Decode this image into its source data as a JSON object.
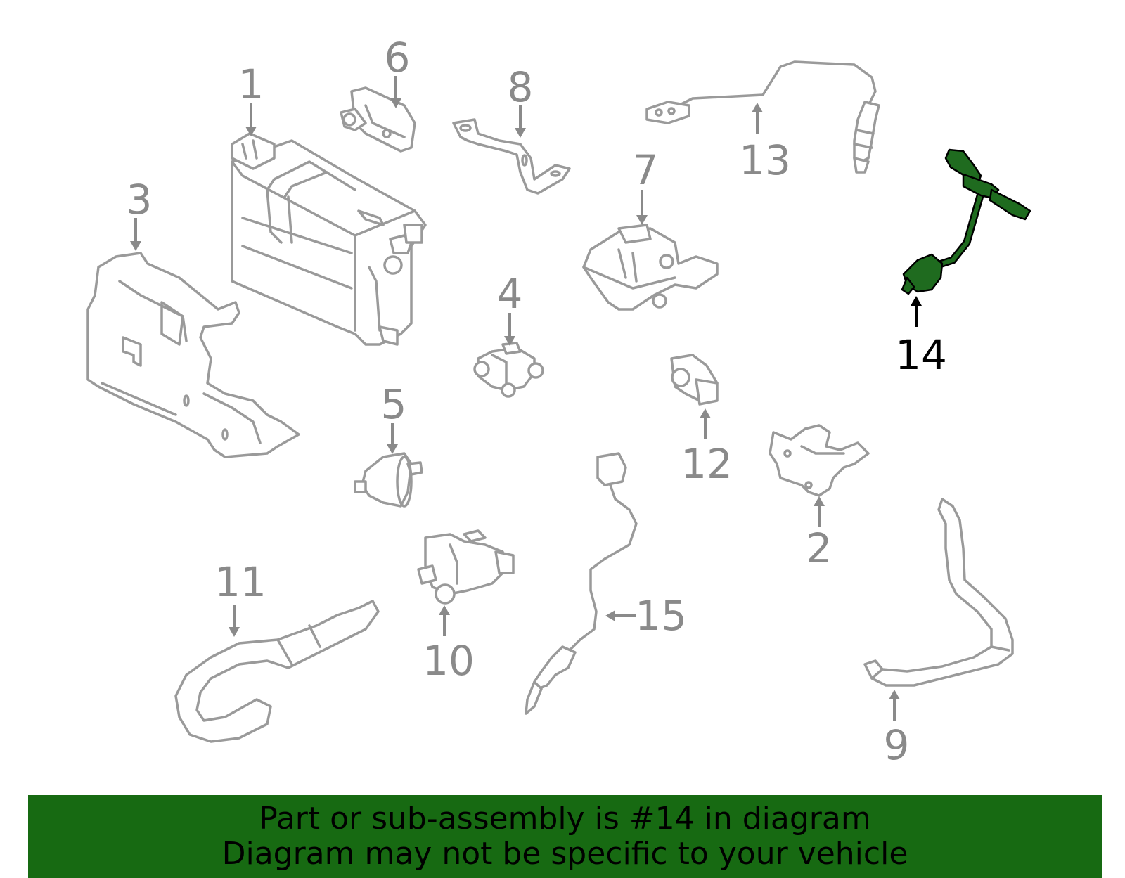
{
  "callouts": {
    "c1": "1",
    "c2": "2",
    "c3": "3",
    "c4": "4",
    "c5": "5",
    "c6": "6",
    "c7": "7",
    "c8": "8",
    "c9": "9",
    "c10": "10",
    "c11": "11",
    "c12": "12",
    "c13": "13",
    "c14": "14",
    "c15": "15"
  },
  "highlighted_part": "14",
  "colors": {
    "highlight": "#1f6b1f",
    "banner": "#176a12",
    "line_art": "#9a9a9a"
  },
  "banner": {
    "line1": "Part or sub-assembly is #14 in diagram",
    "line2": "Diagram may not be specific to your vehicle"
  }
}
